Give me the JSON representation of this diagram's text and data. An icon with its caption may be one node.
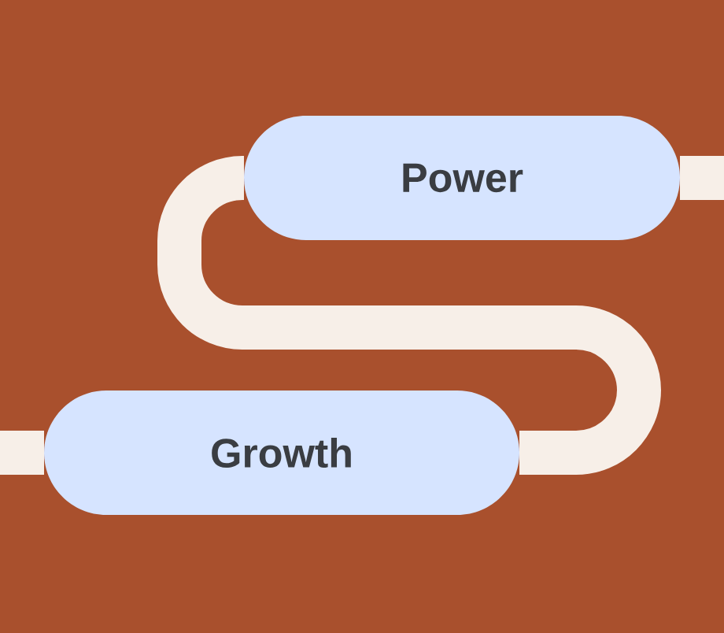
{
  "diagram": {
    "nodes": [
      {
        "text": [
          "Power"
        ]
      },
      {
        "text": [
          "Growth"
        ]
      }
    ],
    "edges": [
      {
        "from": 0,
        "to": 1,
        "arrow": "none"
      },
      {
        "from": 0,
        "to": null,
        "arrow": "none"
      },
      {
        "from": null,
        "to": 1,
        "arrow": "none"
      }
    ]
  }
}
